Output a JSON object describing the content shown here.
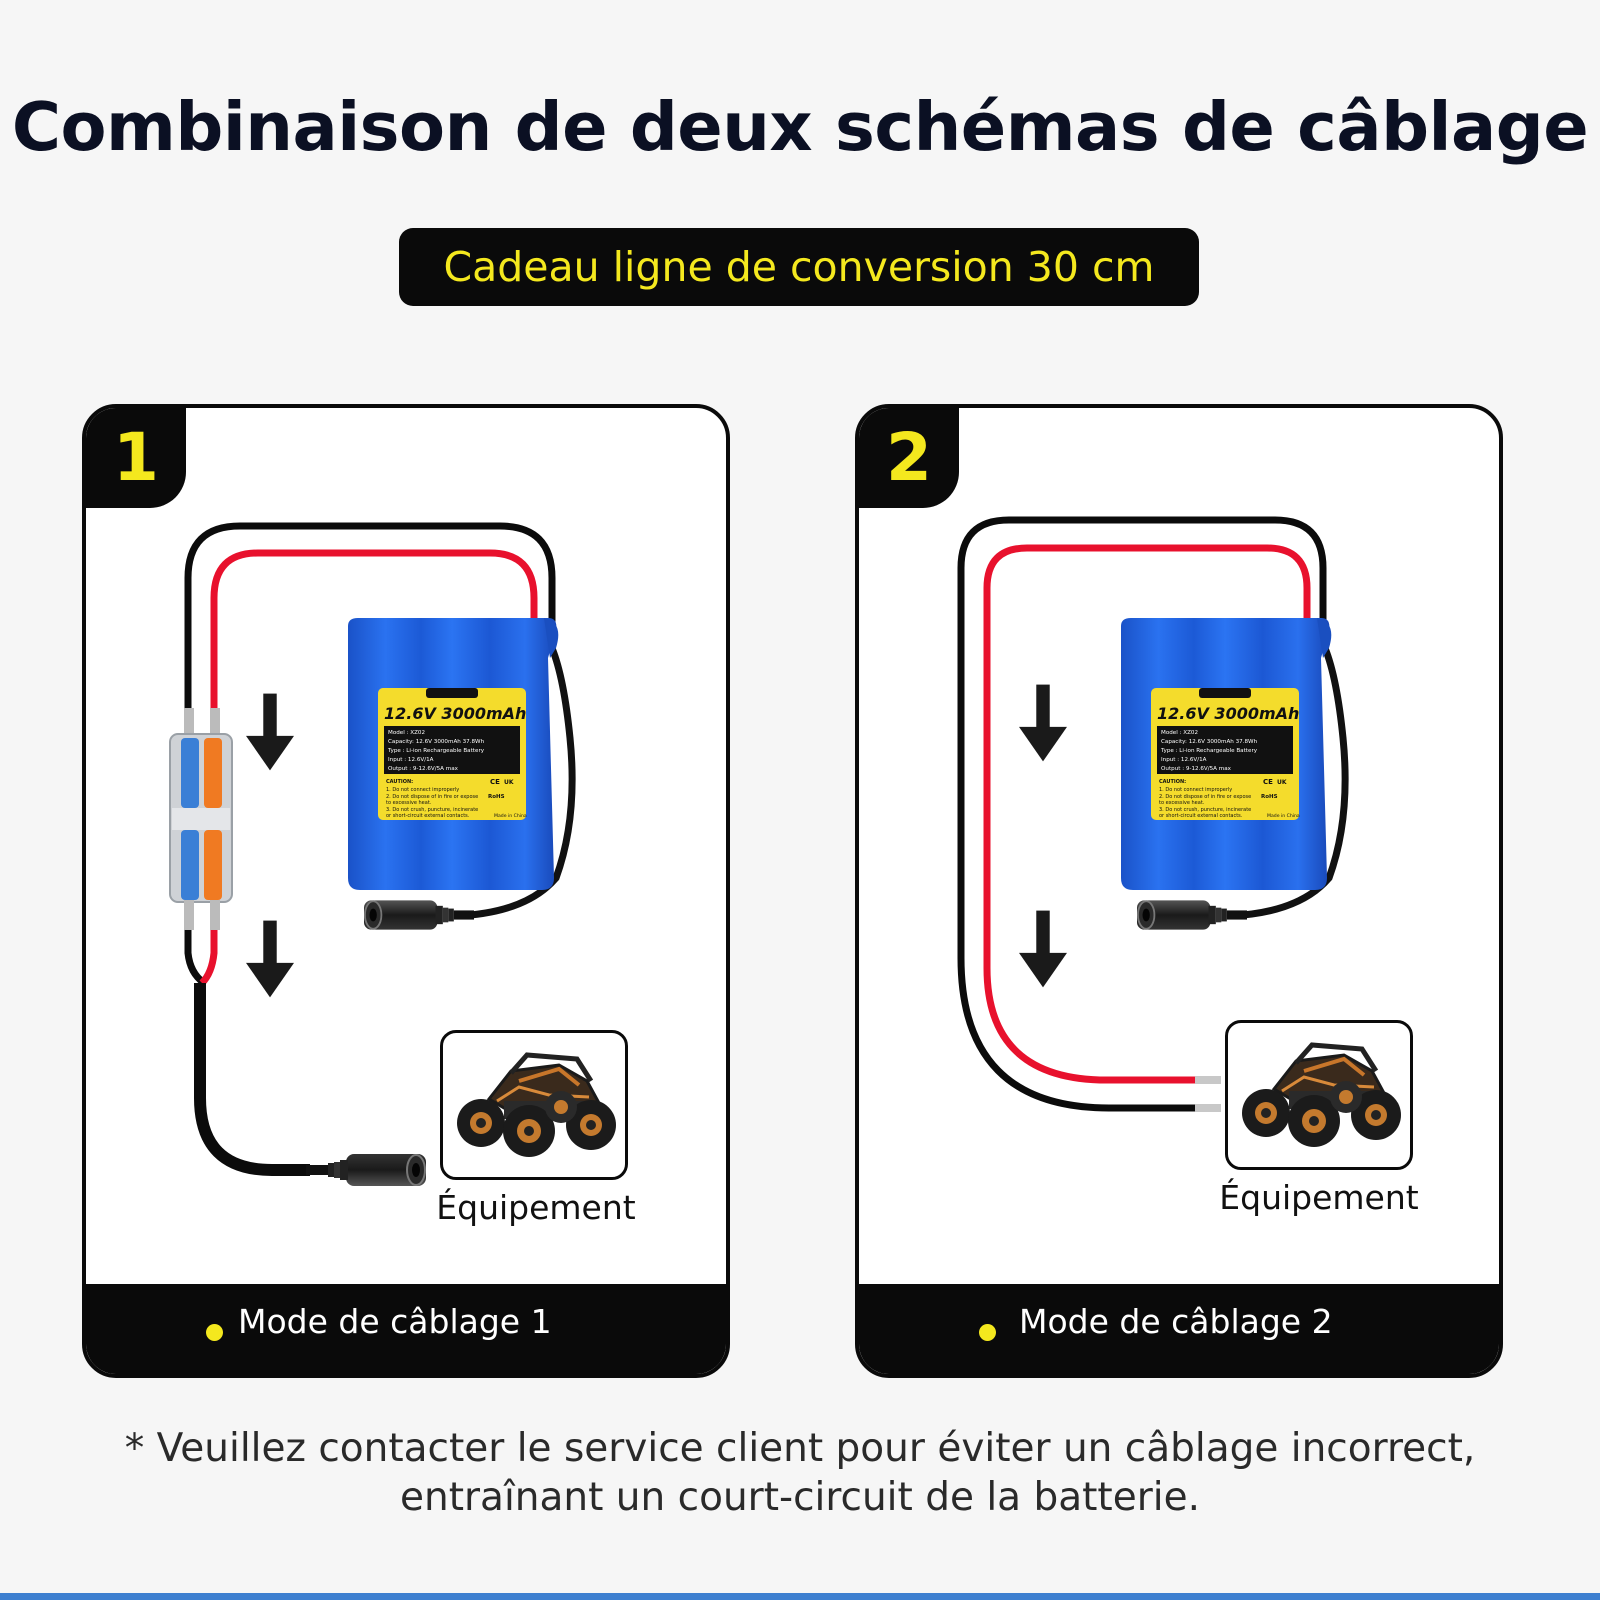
{
  "title": "Combinaison de deux schémas de câblage",
  "gift_badge": "Cadeau ligne de conversion 30 cm",
  "battery": {
    "capacity_label": "12.6V 3000mAh",
    "spec_lines": [
      "Model   :  XZ02",
      "Capacity:  12.6V 3000mAh 37.8Wh",
      "Type    :  Li-ion Rechargeable Battery",
      "Input   :  12.6V/1A",
      "Output  :  9-12.6V/5A max"
    ],
    "caution_title": "CAUTION:",
    "caution_lines": [
      "1. Do not connect improperly",
      "2. Do not dispose of in fire or expose",
      "    to excessive heat.",
      "3. Do not crush, puncture, incinerate",
      "    or short-circuit external contacts."
    ],
    "marks": [
      "CE",
      "UK",
      "RoHS"
    ],
    "made_in": "Made in China"
  },
  "panels": [
    {
      "number": "1",
      "device_label": "Équipement",
      "footer_label": "Mode de câblage 1"
    },
    {
      "number": "2",
      "device_label": "Équipement",
      "footer_label": "Mode de câblage 2"
    }
  ],
  "note": {
    "line1": "* Veuillez contacter le service client pour éviter un câblage incorrect,",
    "line2": "entraînant un court-circuit de la batterie."
  },
  "colors": {
    "accent_yellow": "#f4e81e",
    "black": "#0a0a0a",
    "wire_red": "#e8112d",
    "battery_blue": "#1f63e6",
    "connector_blue": "#3a7fd6",
    "connector_orange": "#f07a22"
  },
  "icons": [
    "down-arrow-icon",
    "rc-car-icon",
    "dc-jack-icon",
    "wire-connector-icon"
  ]
}
